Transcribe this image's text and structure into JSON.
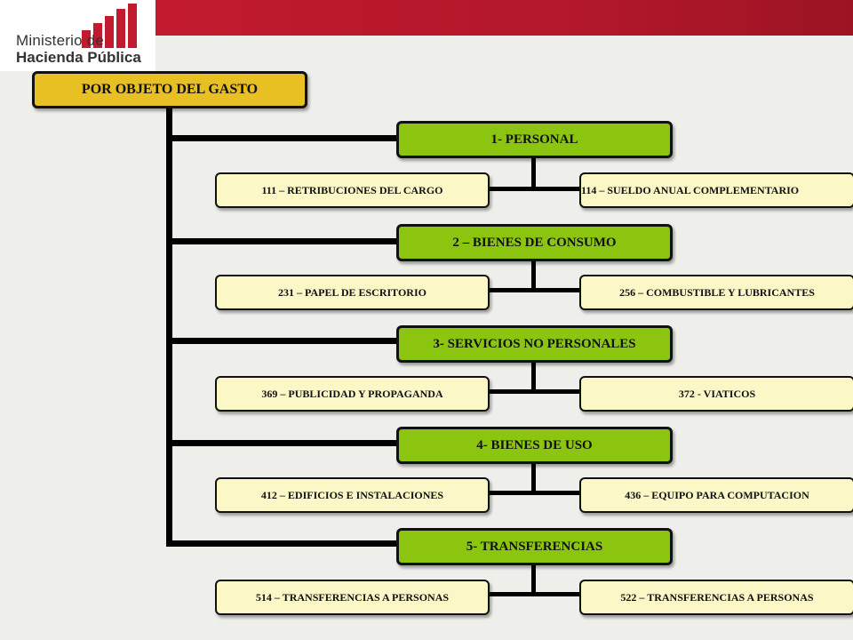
{
  "logo": {
    "line1": "Ministerio de",
    "line2": "Hacienda Pública"
  },
  "colors": {
    "header": "#c21a2e",
    "root": "#e8c024",
    "category": "#8bc510",
    "leaf": "#fbf7c6"
  },
  "root": {
    "label": "POR OBJETO DEL GASTO"
  },
  "categories": [
    {
      "label": "1- PERSONAL",
      "left": "111 – RETRIBUCIONES DEL CARGO",
      "right": "114 – SUELDO ANUAL COMPLEMENTARIO"
    },
    {
      "label": "2 – BIENES DE CONSUMO",
      "left": "231 – PAPEL DE ESCRITORIO",
      "right": "256 – COMBUSTIBLE Y LUBRICANTES"
    },
    {
      "label": "3- SERVICIOS NO PERSONALES",
      "left": "369 – PUBLICIDAD Y PROPAGANDA",
      "right": "372 - VIATICOS"
    },
    {
      "label": "4- BIENES DE USO",
      "left": "412 – EDIFICIOS E INSTALACIONES",
      "right": "436 – EQUIPO PARA COMPUTACION"
    },
    {
      "label": "5- TRANSFERENCIAS",
      "left": "514 – TRANSFERENCIAS A PERSONAS",
      "right": "522 – TRANSFERENCIAS A PERSONAS"
    }
  ]
}
